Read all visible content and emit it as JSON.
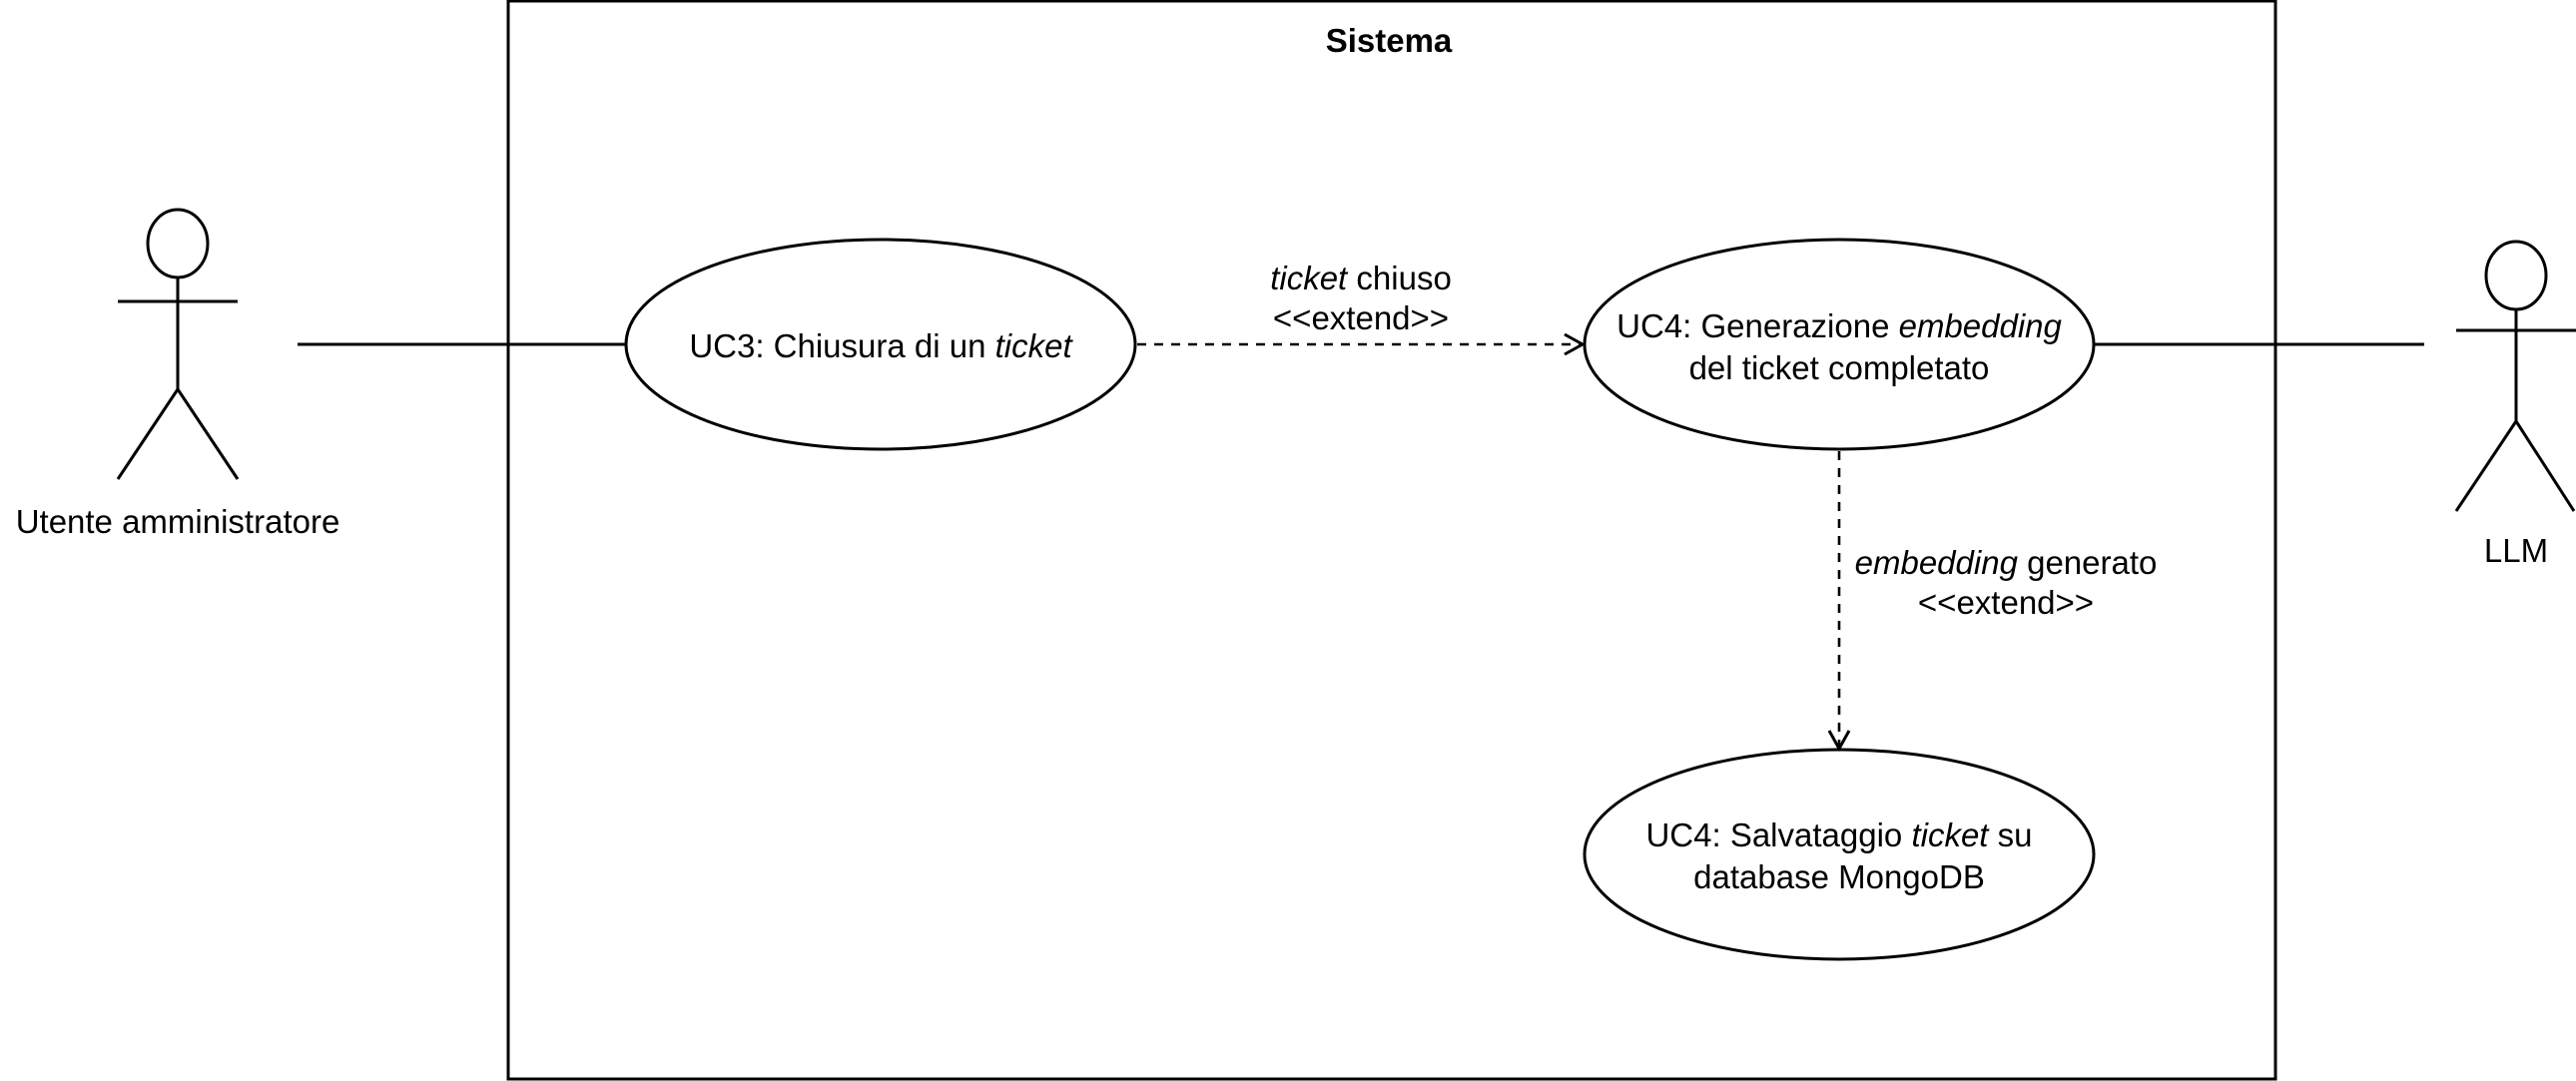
{
  "system": {
    "title": "Sistema"
  },
  "actors": {
    "admin": {
      "label": "Utente amministratore"
    },
    "llm": {
      "label": "LLM"
    }
  },
  "use_cases": {
    "uc3": {
      "line1": [
        {
          "text": "UC3: Chiusura di un ",
          "italic": false
        },
        {
          "text": "ticket",
          "italic": true
        }
      ]
    },
    "uc4_embedding": {
      "line1": [
        {
          "text": "UC4: Generazione ",
          "italic": false
        },
        {
          "text": "embedding",
          "italic": true
        }
      ],
      "line2": [
        {
          "text": "del ticket completato",
          "italic": false
        }
      ]
    },
    "uc4_save": {
      "line1": [
        {
          "text": "UC4: Salvataggio ",
          "italic": false
        },
        {
          "text": "ticket",
          "italic": true
        },
        {
          "text": " su",
          "italic": false
        }
      ],
      "line2": [
        {
          "text": "database MongoDB",
          "italic": false
        }
      ]
    }
  },
  "relations": {
    "extend1": {
      "line1": [
        {
          "text": "ticket",
          "italic": true
        },
        {
          "text": " chiuso",
          "italic": false
        }
      ],
      "stereotype": "<<extend>>"
    },
    "extend2": {
      "line1": [
        {
          "text": "embedding",
          "italic": true
        },
        {
          "text": " generato",
          "italic": false
        }
      ],
      "stereotype": "<<extend>>"
    }
  },
  "colors": {
    "stroke": "#000000",
    "background": "#ffffff"
  }
}
